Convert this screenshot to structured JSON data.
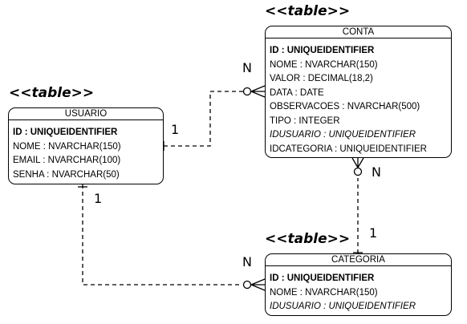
{
  "entities": [
    {
      "id": "usuario",
      "stereotype": "<<table>>",
      "name": "USUARIO",
      "attributes": [
        {
          "text": "ID : UNIQUEIDENTIFIER",
          "style": "pk"
        },
        {
          "text": "NOME : NVARCHAR(150)",
          "style": "normal"
        },
        {
          "text": "EMAIL : NVARCHAR(100)",
          "style": "normal"
        },
        {
          "text": "SENHA : NVARCHAR(50)",
          "style": "normal"
        }
      ]
    },
    {
      "id": "conta",
      "stereotype": "<<table>>",
      "name": "CONTA",
      "attributes": [
        {
          "text": "ID : UNIQUEIDENTIFIER",
          "style": "pk"
        },
        {
          "text": "NOME : NVARCHAR(150)",
          "style": "normal"
        },
        {
          "text": "VALOR : DECIMAL(18,2)",
          "style": "normal"
        },
        {
          "text": "DATA : DATE",
          "style": "normal"
        },
        {
          "text": "OBSERVACOES : NVARCHAR(500)",
          "style": "normal"
        },
        {
          "text": "TIPO : INTEGER",
          "style": "normal"
        },
        {
          "text": "IDUSUARIO : UNIQUEIDENTIFIER",
          "style": "fk"
        },
        {
          "text": "IDCATEGORIA : UNIQUEIDENTIFIER",
          "style": "normal"
        }
      ]
    },
    {
      "id": "categoria",
      "stereotype": "<<table>>",
      "name": "CATEGORIA",
      "attributes": [
        {
          "text": "ID : UNIQUEIDENTIFIER",
          "style": "pk"
        },
        {
          "text": "NOME : NVARCHAR(150)",
          "style": "normal"
        },
        {
          "text": "IDUSUARIO : UNIQUEIDENTIFIER",
          "style": "fk"
        }
      ]
    }
  ],
  "relationships": [
    {
      "id": "usuario-conta",
      "from": "usuario",
      "to": "conta",
      "from_card": "1",
      "to_card": "N",
      "line": "dashed"
    },
    {
      "id": "conta-categoria",
      "from": "categoria",
      "to": "conta",
      "from_card": "1",
      "to_card": "N",
      "line": "dashed"
    },
    {
      "id": "usuario-categoria",
      "from": "usuario",
      "to": "categoria",
      "from_card": "1",
      "to_card": "N",
      "line": "dashed"
    }
  ]
}
